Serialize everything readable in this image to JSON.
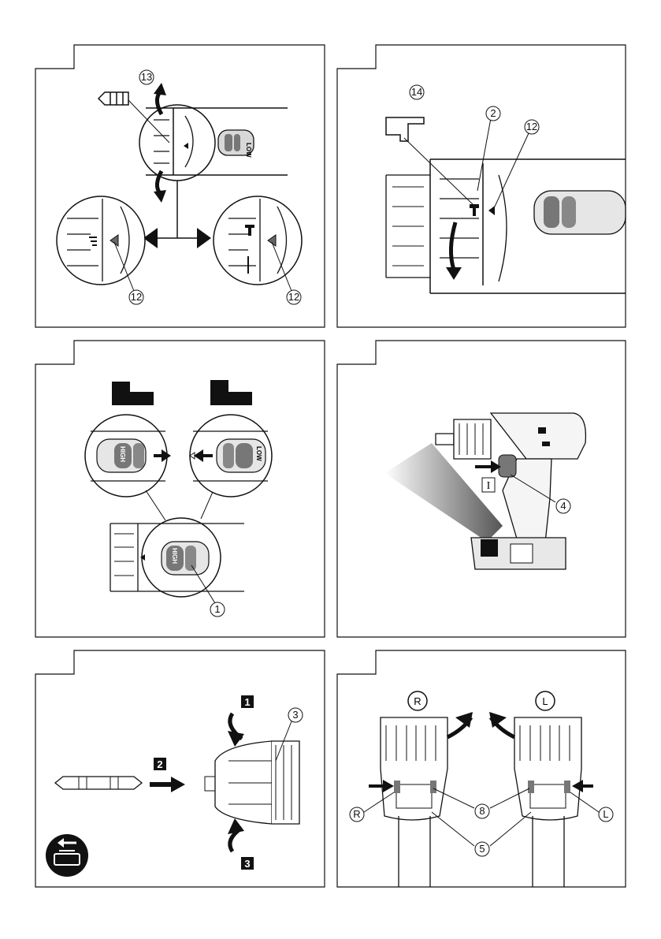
{
  "panels": [
    {
      "id": "p1",
      "callouts": [
        "13",
        "12",
        "12"
      ],
      "labels": {
        "low": "LOW"
      }
    },
    {
      "id": "p2",
      "callouts": [
        "14",
        "2",
        "12"
      ]
    },
    {
      "id": "p3",
      "callouts": [
        "1"
      ],
      "labels": {
        "high": "HIGH",
        "low": "LOW",
        "high_bottom": "HIGH"
      }
    },
    {
      "id": "p4",
      "callouts": [
        "4"
      ],
      "labels": {
        "trigger_mark": "I"
      }
    },
    {
      "id": "p5",
      "callouts": [
        "3"
      ],
      "steps": [
        "1",
        "2",
        "3"
      ]
    },
    {
      "id": "p6",
      "callouts": [
        "8",
        "5"
      ],
      "labels": {
        "r_top": "R",
        "l_top": "L",
        "r_side": "R",
        "l_side": "L"
      }
    }
  ],
  "colors": {
    "line": "#111111",
    "gray": "#777777",
    "light": "#e6e6e6",
    "dark": "#1a1a1a"
  }
}
